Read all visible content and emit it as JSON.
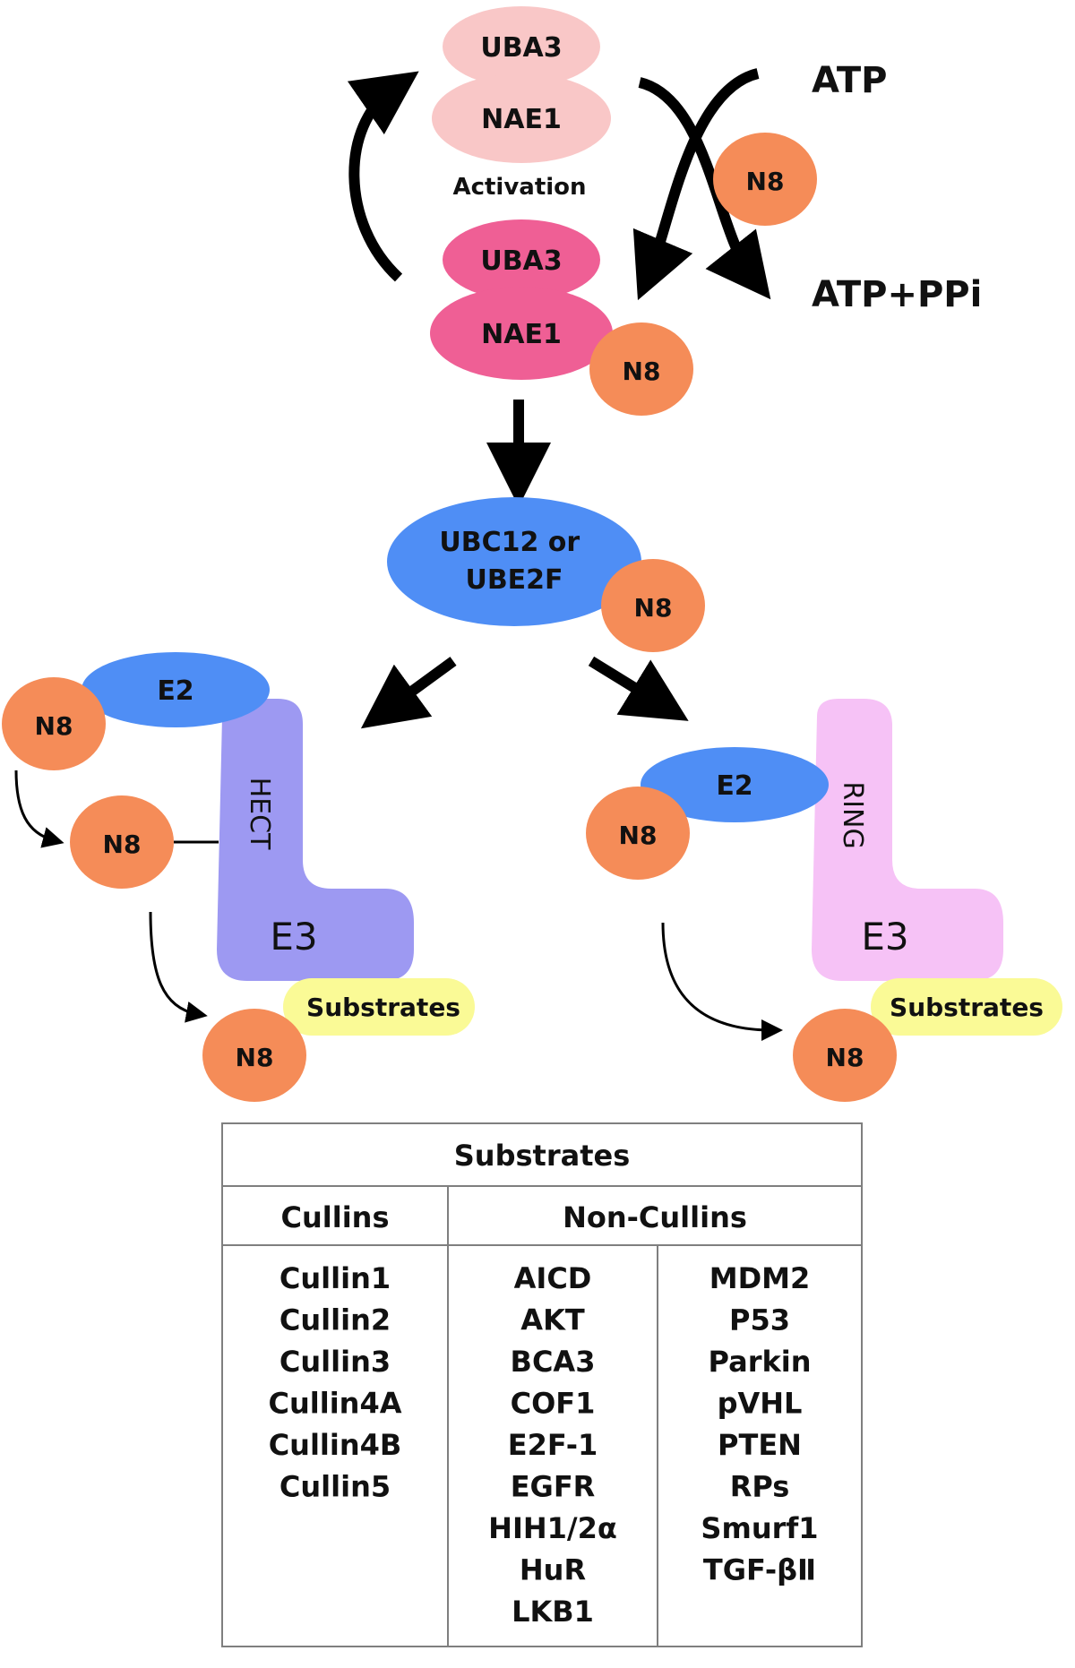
{
  "cycle": {
    "uba3": "UBA3",
    "nae1": "NAE1",
    "activation": "Activation",
    "atp": "ATP",
    "atp_ppi": "ATP+PPi",
    "n8": "N8"
  },
  "e2_conjugase": "UBC12 or UBE2F",
  "e2": "E2",
  "hect": "HECT",
  "ring": "RING",
  "e3": "E3",
  "substrates_label": "Substrates",
  "colors": {
    "uba3_light": "#f9c7c7",
    "nae1_light": "#f9c7c7",
    "uba3_dark": "#ef5f95",
    "nedd8": "#f58c58",
    "ubc12": "#4f8ef5",
    "hect_e3": "#9d99f2",
    "ring_e3": "#f6c2f6",
    "substrate": "#fafa96"
  },
  "table": {
    "title": "Substrates",
    "cullins_header": "Cullins",
    "noncullins_header": "Non-Cullins",
    "cullins": [
      "Cullin1",
      "Cullin2",
      "Cullin3",
      "Cullin4A",
      "Cullin4B",
      "Cullin5"
    ],
    "noncullins_a": [
      "AICD",
      "AKT",
      "BCA3",
      "COF1",
      "E2F-1",
      "EGFR",
      "HIH1/2α",
      "HuR",
      "LKB1"
    ],
    "noncullins_b": [
      "MDM2",
      "P53",
      "Parkin",
      "pVHL",
      "PTEN",
      "RPs",
      "Smurf1",
      "TGF-βⅡ"
    ]
  }
}
